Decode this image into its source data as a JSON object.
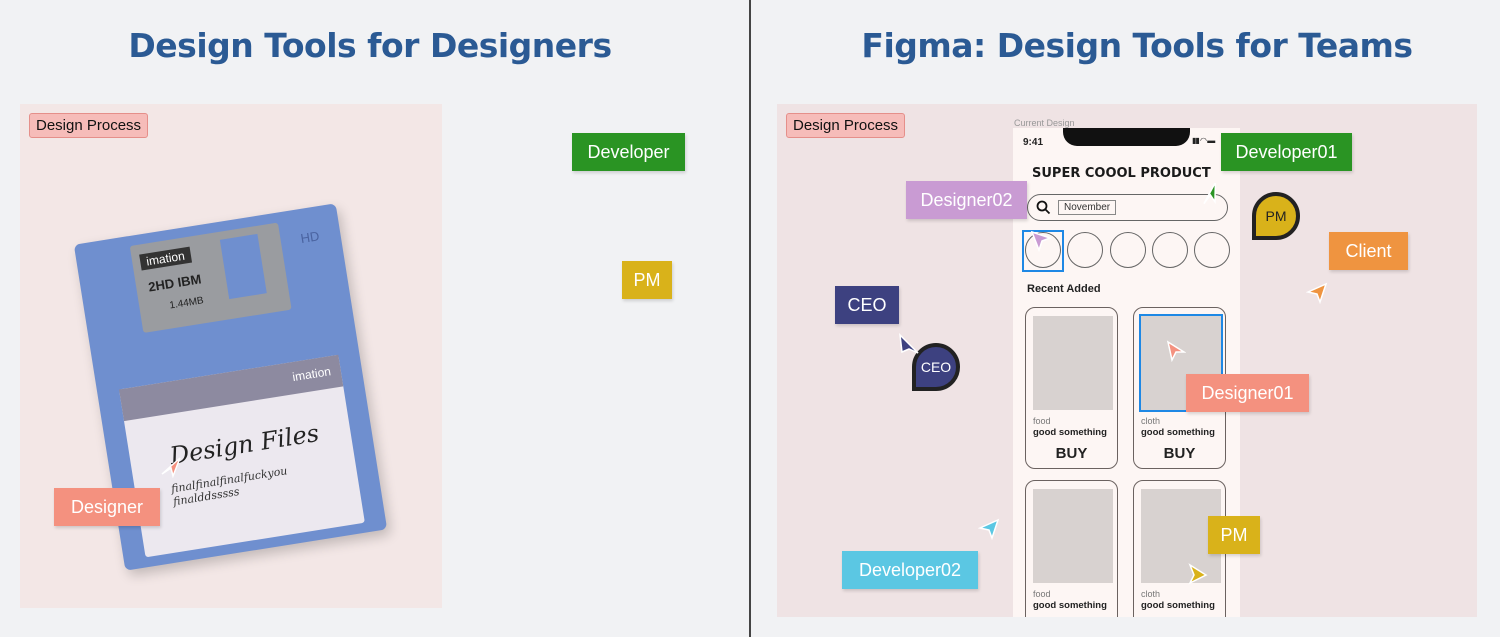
{
  "left": {
    "title": "Design Tools for Designers",
    "process_tag": "Design Process",
    "disk": {
      "brand": "imation",
      "model": "2HD IBM",
      "capacity": "1.44MB",
      "hd": "HD",
      "label_text": "Design Files",
      "label_scribble": "finalfinalfinalfuckyou finalddsssss"
    },
    "roles": {
      "developer": "Developer",
      "pm": "PM",
      "designer": "Designer"
    }
  },
  "right": {
    "title": "Figma: Design Tools for Teams",
    "process_tag": "Design Process",
    "frame_label": "Current Design",
    "phone": {
      "time": "9:41",
      "product_title": "SUPER COOOL PRODUCT",
      "search_value": "November",
      "section_title": "Recent Added",
      "cards": [
        {
          "category": "food",
          "name": "good something",
          "button": "BUY"
        },
        {
          "category": "cloth",
          "name": "good something",
          "button": "BUY"
        },
        {
          "category": "food",
          "name": "good something"
        },
        {
          "category": "cloth",
          "name": "good something"
        }
      ]
    },
    "roles": {
      "developer01": "Developer01",
      "designer02": "Designer02",
      "pm_avatar": "PM",
      "client": "Client",
      "ceo": "CEO",
      "ceo_avatar": "CEO",
      "designer01": "Designer01",
      "developer02": "Developer02",
      "pm": "PM"
    }
  },
  "colors": {
    "title": "#2b5a94",
    "developer": "#2a9423",
    "pm": "#d9b21a",
    "designer": "#f4917f",
    "designer02": "#c99bd3",
    "client": "#ef9440",
    "ceo": "#3d4180",
    "developer02": "#5bc7e3",
    "selection": "#1e88e5"
  }
}
